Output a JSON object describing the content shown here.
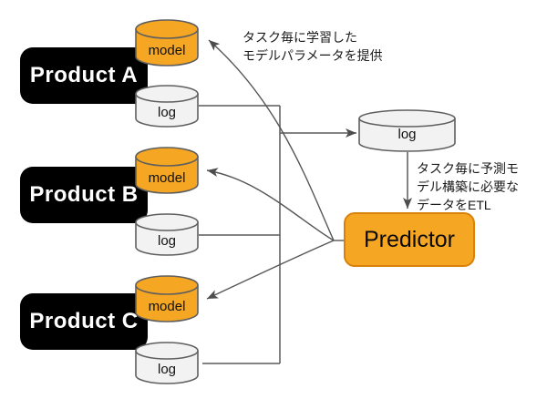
{
  "products": [
    {
      "label": "Product A",
      "model_label": "model",
      "log_label": "log"
    },
    {
      "label": "Product B",
      "model_label": "model",
      "log_label": "log"
    },
    {
      "label": "Product C",
      "model_label": "model",
      "log_label": "log"
    }
  ],
  "central_log": {
    "label": "log"
  },
  "predictor": {
    "label": "Predictor"
  },
  "annotations": {
    "model_params": {
      "line1": "タスク毎に学習した",
      "line2": "モデルパラメータを提供"
    },
    "etl": {
      "line1": "タスク毎に予測モ",
      "line2": "デル構築に必要な",
      "line3": "データをETL"
    }
  },
  "colors": {
    "accent_orange": "#F5A623",
    "predictor_border": "#D8820B",
    "product_box_black": "#000000",
    "log_gray": "#F2F2F2",
    "connector_gray": "#5A5A5A"
  }
}
